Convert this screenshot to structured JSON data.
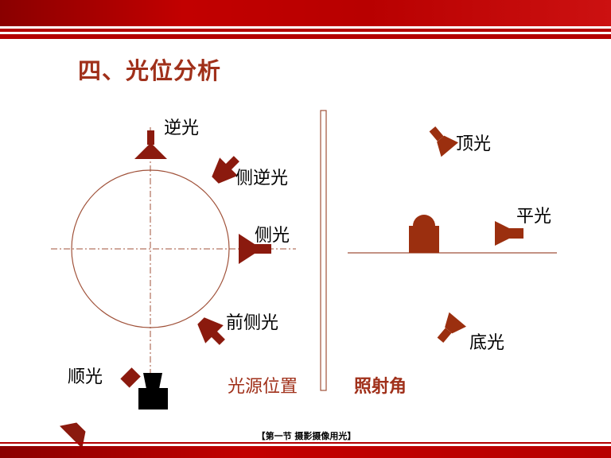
{
  "slide": {
    "title": "四、光位分析",
    "footer": "【第一节 摄影摄像用光】"
  },
  "left_panel": {
    "caption": "光源位置",
    "labels": {
      "back_light": "逆光",
      "side_back_light": "侧逆光",
      "side_light": "侧光",
      "front_side_light": "前侧光",
      "front_light": "顺光"
    }
  },
  "right_panel": {
    "caption": "照射角",
    "labels": {
      "top_light": "顶光",
      "flat_light": "平光",
      "bottom_light": "底光"
    }
  },
  "colors": {
    "accent_red": "#b40000",
    "title_brown": "#a0301a",
    "lamp_dark_red": "#8b1a0e",
    "lamp_brown": "#9b2f0f",
    "circle": "#a0523a",
    "camera": "#000000"
  }
}
